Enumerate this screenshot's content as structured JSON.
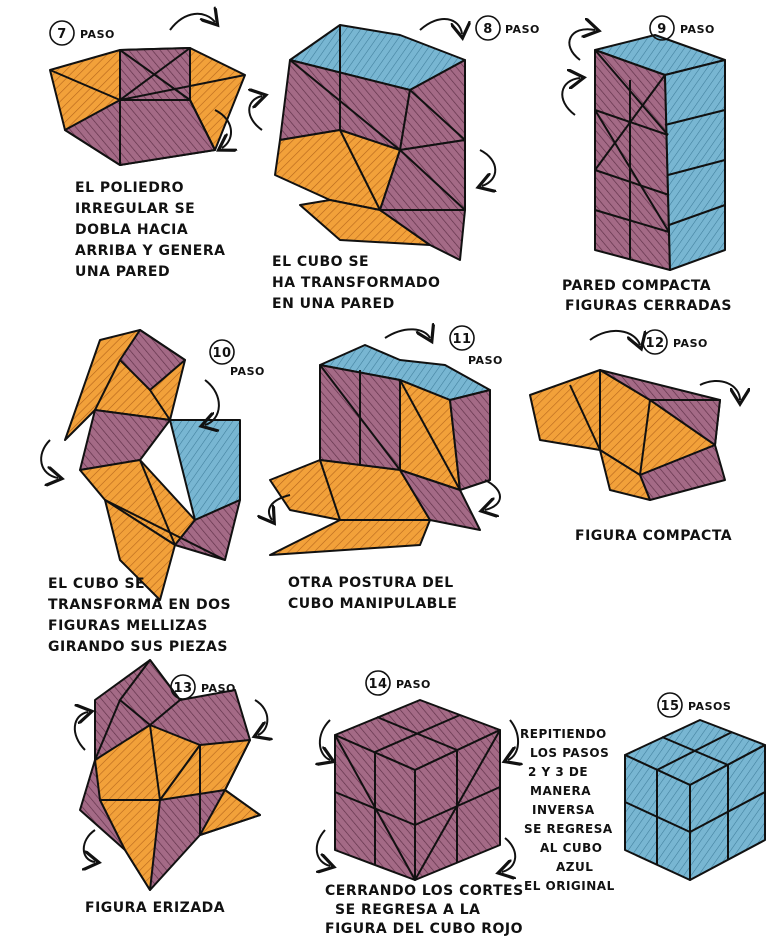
{
  "colors": {
    "orange": "#f2a13a",
    "mauve": "#a46a86",
    "blue": "#78b6d2",
    "ink": "#111111"
  },
  "steps": [
    {
      "number": "7",
      "label": "PASO",
      "caption": [
        "EL POLIEDRO",
        "IRREGULAR SE",
        "DOBLA HACIA",
        "ARRIBA Y GENERA",
        "UNA PARED"
      ]
    },
    {
      "number": "8",
      "label": "PASO",
      "caption": [
        "EL CUBO SE",
        "HA TRANSFORMADO",
        "EN UNA PARED"
      ]
    },
    {
      "number": "9",
      "label": "PASO",
      "caption": [
        "PARED COMPACTA",
        "FIGURAS CERRADAS"
      ]
    },
    {
      "number": "10",
      "label": "PASO",
      "caption": [
        "EL CUBO SE",
        "TRANSFORMA EN DOS",
        "FIGURAS MELLIZAS",
        "GIRANDO SUS PIEZAS"
      ]
    },
    {
      "number": "11",
      "label": "PASO",
      "caption": [
        "OTRA POSTURA DEL",
        "CUBO MANIPULABLE"
      ]
    },
    {
      "number": "12",
      "label": "PASO",
      "caption": [
        "FIGURA COMPACTA"
      ]
    },
    {
      "number": "13",
      "label": "PASO",
      "caption": [
        "FIGURA ERIZADA"
      ]
    },
    {
      "number": "14",
      "label": "PASO",
      "caption": [
        "CERRANDO LOS CORTES",
        "SE REGRESA A LA",
        "FIGURA DEL CUBO ROJO"
      ]
    },
    {
      "number": "15",
      "label": "PASOS",
      "caption": []
    }
  ],
  "side_note": [
    "REPITIENDO",
    "LOS PASOS",
    "2 Y 3  DE",
    "MANERA",
    "INVERSA",
    "SE REGRESA",
    "AL CUBO",
    "AZUL",
    "EL ORIGINAL"
  ]
}
